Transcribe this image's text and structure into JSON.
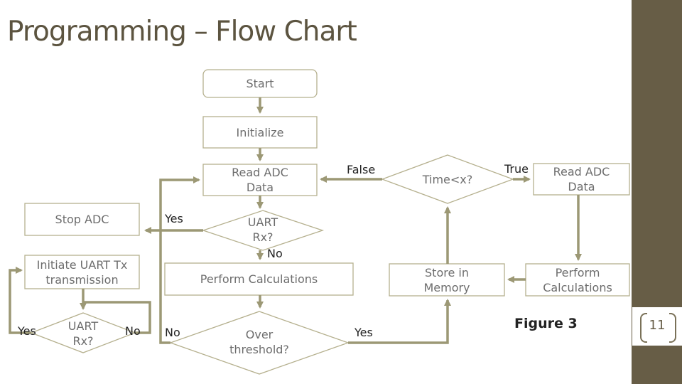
{
  "slide": {
    "title": "Programming – Flow Chart",
    "page_number": "11",
    "figure_caption": "Figure 3"
  },
  "colors": {
    "shape_border": "#b5b08e",
    "arrow": "#9c9875",
    "sidebar": "#675d46",
    "title_text": "#5c5440"
  },
  "nodes": {
    "start": "Start",
    "initialize": "Initialize",
    "read_adc_left": "Read ADC Data",
    "uart_rx_main": "UART Rx?",
    "stop_adc": "Stop ADC",
    "initiate_uart_tx": "Initiate UART Tx transmission",
    "uart_rx_small": "UART Rx?",
    "perform_calc_main": "Perform Calculations",
    "over_threshold": "Over threshold?",
    "store_memory": "Store in Memory",
    "time_check": "Time<x?",
    "read_adc_right": "Read ADC Data",
    "perform_calc_right": "Perform Calculations"
  },
  "edge_labels": {
    "uart_yes": "Yes",
    "uart_no": "No",
    "small_yes": "Yes",
    "small_no": "No",
    "threshold_no": "No",
    "threshold_yes": "Yes",
    "time_false": "False",
    "time_true": "True"
  }
}
